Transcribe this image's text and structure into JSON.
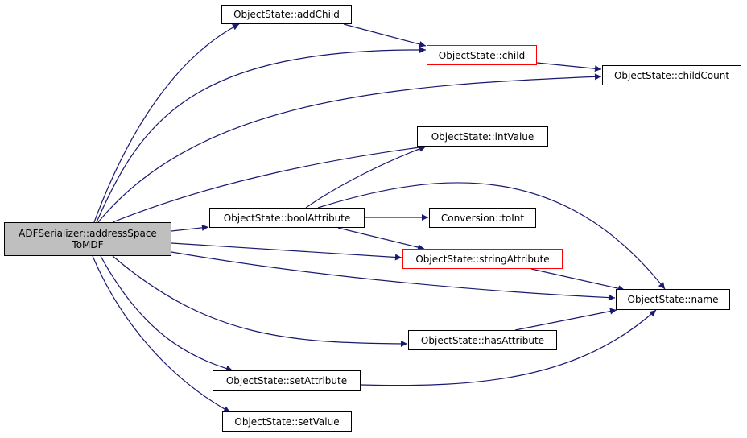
{
  "colors": {
    "edge": "#191970",
    "node_border": "#000000",
    "node_border_incomplete": "#ff0000",
    "root_fill": "#bfbfbf"
  },
  "nodes": {
    "root": {
      "line1": "ADFSerializer::addressSpace",
      "line2": "ToMDF"
    },
    "addChild": {
      "label": "ObjectState::addChild"
    },
    "child": {
      "label": "ObjectState::child"
    },
    "childCount": {
      "label": "ObjectState::childCount"
    },
    "intValue": {
      "label": "ObjectState::intValue"
    },
    "boolAttribute": {
      "label": "ObjectState::boolAttribute"
    },
    "toInt": {
      "label": "Conversion::toInt"
    },
    "stringAttribute": {
      "label": "ObjectState::stringAttribute"
    },
    "name": {
      "label": "ObjectState::name"
    },
    "hasAttribute": {
      "label": "ObjectState::hasAttribute"
    },
    "setAttribute": {
      "label": "ObjectState::setAttribute"
    },
    "setValue": {
      "label": "ObjectState::setValue"
    }
  }
}
